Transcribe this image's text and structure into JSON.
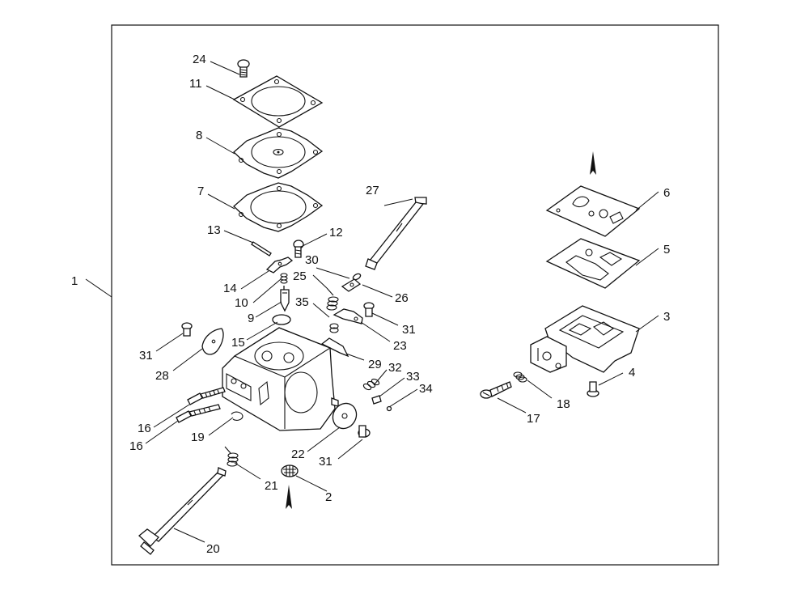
{
  "diagram": {
    "labels": {
      "l1": "1",
      "l2": "2",
      "l3": "3",
      "l4": "4",
      "l5": "5",
      "l6": "6",
      "l7": "7",
      "l8": "8",
      "l9": "9",
      "l10": "10",
      "l11": "11",
      "l12": "12",
      "l13": "13",
      "l14": "14",
      "l15": "15",
      "l16a": "16",
      "l16b": "16",
      "l17": "17",
      "l18": "18",
      "l19": "19",
      "l20": "20",
      "l21": "21",
      "l22": "22",
      "l23": "23",
      "l24": "24",
      "l25": "25",
      "l26": "26",
      "l27": "27",
      "l28": "28",
      "l29": "29",
      "l30": "30",
      "l31a": "31",
      "l31b": "31",
      "l31c": "31",
      "l32": "32",
      "l33": "33",
      "l34": "34",
      "l35": "35"
    }
  }
}
